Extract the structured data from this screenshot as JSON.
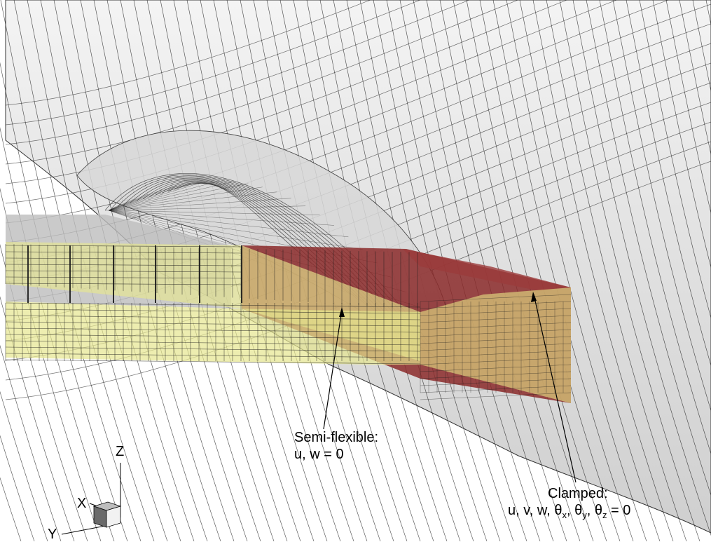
{
  "annotations": {
    "semi_flexible": {
      "title": "Semi-flexible:",
      "condition": "u, w = 0"
    },
    "clamped": {
      "title": "Clamped:",
      "condition_parts": [
        "u, v, w, θ",
        "x",
        ", θ",
        "y",
        ", θ",
        "z",
        " = 0"
      ]
    }
  },
  "triad": {
    "x_label": "X",
    "y_label": "Y",
    "z_label": "Z"
  },
  "colors": {
    "fuselage_fill": "#e4e4e4",
    "mesh_line": "#1a1a1a",
    "wing_fill": "#e8e8a0",
    "box_fill": "#8b2a2a",
    "shadow": "#c8c8c8"
  }
}
